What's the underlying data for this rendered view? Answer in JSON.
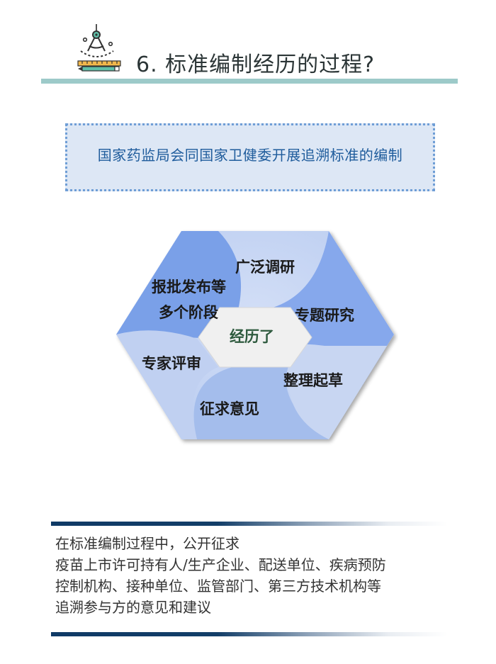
{
  "header": {
    "icon": "drafting-compass-ruler-icon",
    "title": "6. 标准编制经历的过程?",
    "rule_color": "#9dcac9"
  },
  "callout": {
    "text": "国家药监局会同国家卫健委开展追溯标准的编制",
    "text_color": "#1f5c9c",
    "background": "#dde7f5",
    "border_color": "#6f9ed6"
  },
  "diagram": {
    "type": "hexagon-cycle",
    "center": "经历了",
    "segments": [
      {
        "label": "广泛调研",
        "position": "top"
      },
      {
        "label": "专题研究",
        "position": "upper-right"
      },
      {
        "label": "整理起草",
        "position": "lower-right"
      },
      {
        "label": "征求意见",
        "position": "bottom"
      },
      {
        "label": "专家评审",
        "position": "lower-left"
      },
      {
        "label_line1": "报批发布等",
        "label_line2": "多个阶段",
        "position": "upper-left"
      }
    ],
    "colors": {
      "dark_segment": "#7aa0e8",
      "light_segment": "#c3d3f2",
      "mid_segment": "#a4bdec",
      "center_fill": "#f0f0f0",
      "center_text": "#2e5a3e"
    }
  },
  "notes": {
    "lines": [
      "在标准编制过程中，公开征求",
      "疫苗上市许可持有人/生产企业、配送单位、疾病预防",
      "控制机构、接种单位、监管部门、第三方技术机构等",
      "追溯参与方的意见和建议"
    ],
    "rule_color": "#0f3a66"
  }
}
